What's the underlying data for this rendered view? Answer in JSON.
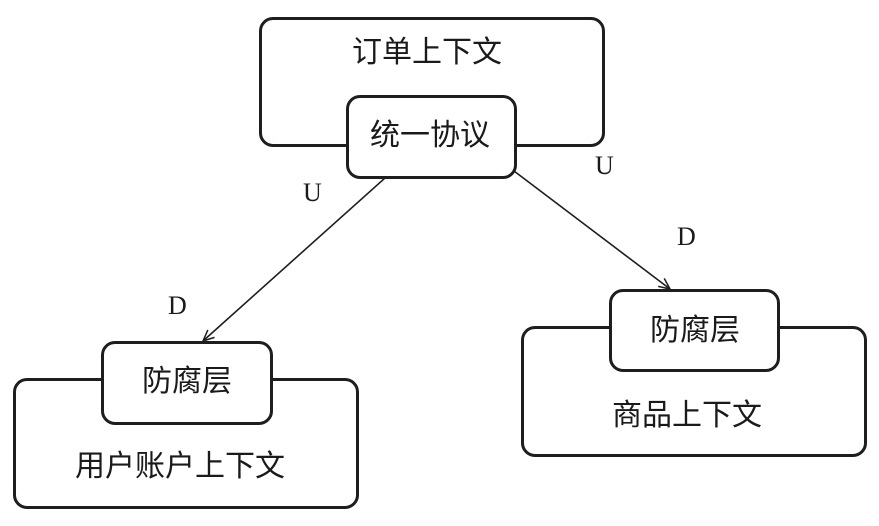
{
  "diagram": {
    "nodes": {
      "order_context": {
        "label": "订单上下文"
      },
      "unified_protocol": {
        "label": "统一协议"
      },
      "user_account_context": {
        "label": "用户账户上下文"
      },
      "user_acl": {
        "label": "防腐层"
      },
      "product_context": {
        "label": "商品上下文"
      },
      "product_acl": {
        "label": "防腐层"
      }
    },
    "edges": [
      {
        "from": "unified_protocol",
        "to": "user_acl",
        "upstream_label": "U",
        "downstream_label": "D"
      },
      {
        "from": "unified_protocol",
        "to": "product_acl",
        "upstream_label": "U",
        "downstream_label": "D"
      }
    ]
  }
}
